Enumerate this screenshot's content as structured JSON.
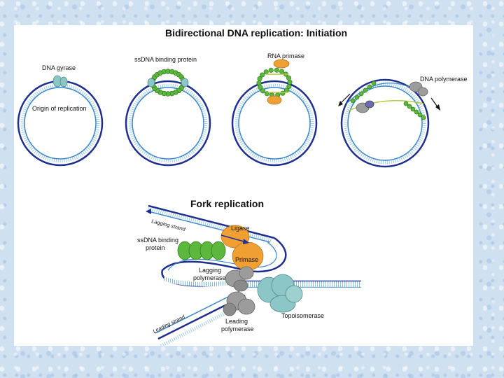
{
  "titles": {
    "initiation": "Bidirectional DNA replication: Initiation",
    "fork": "Fork replication"
  },
  "labels": {
    "dna_gyrase": "DNA gyrase",
    "origin": "Origin of replication",
    "ssdna_bp": "ssDNA binding protein",
    "rna_primase": "RNA primase",
    "dna_polymerase": "DNA polymerase",
    "lagging_strand_top": "Lagging strand",
    "ligase": "Ligase",
    "ssdna_bp_line1": "ssDNA binding",
    "ssdna_bp_line2": "protein",
    "primase": "Primase",
    "lagging_pol_line1": "Lagging",
    "lagging_pol_line2": "polymerase",
    "leading_strand": "Leading strand",
    "leading_pol_line1": "Leading",
    "leading_pol_line2": "polymerase",
    "topoisomerase": "Topoisomerase"
  },
  "colors": {
    "dna_outer": "#1f2f8f",
    "dna_inner": "#3b87c8",
    "ssb_green": "#5cb83c",
    "primase_orange": "#f0a033",
    "gyrase_teal": "#8cc6c6",
    "polymerase_gray": "#9c9c9c"
  }
}
